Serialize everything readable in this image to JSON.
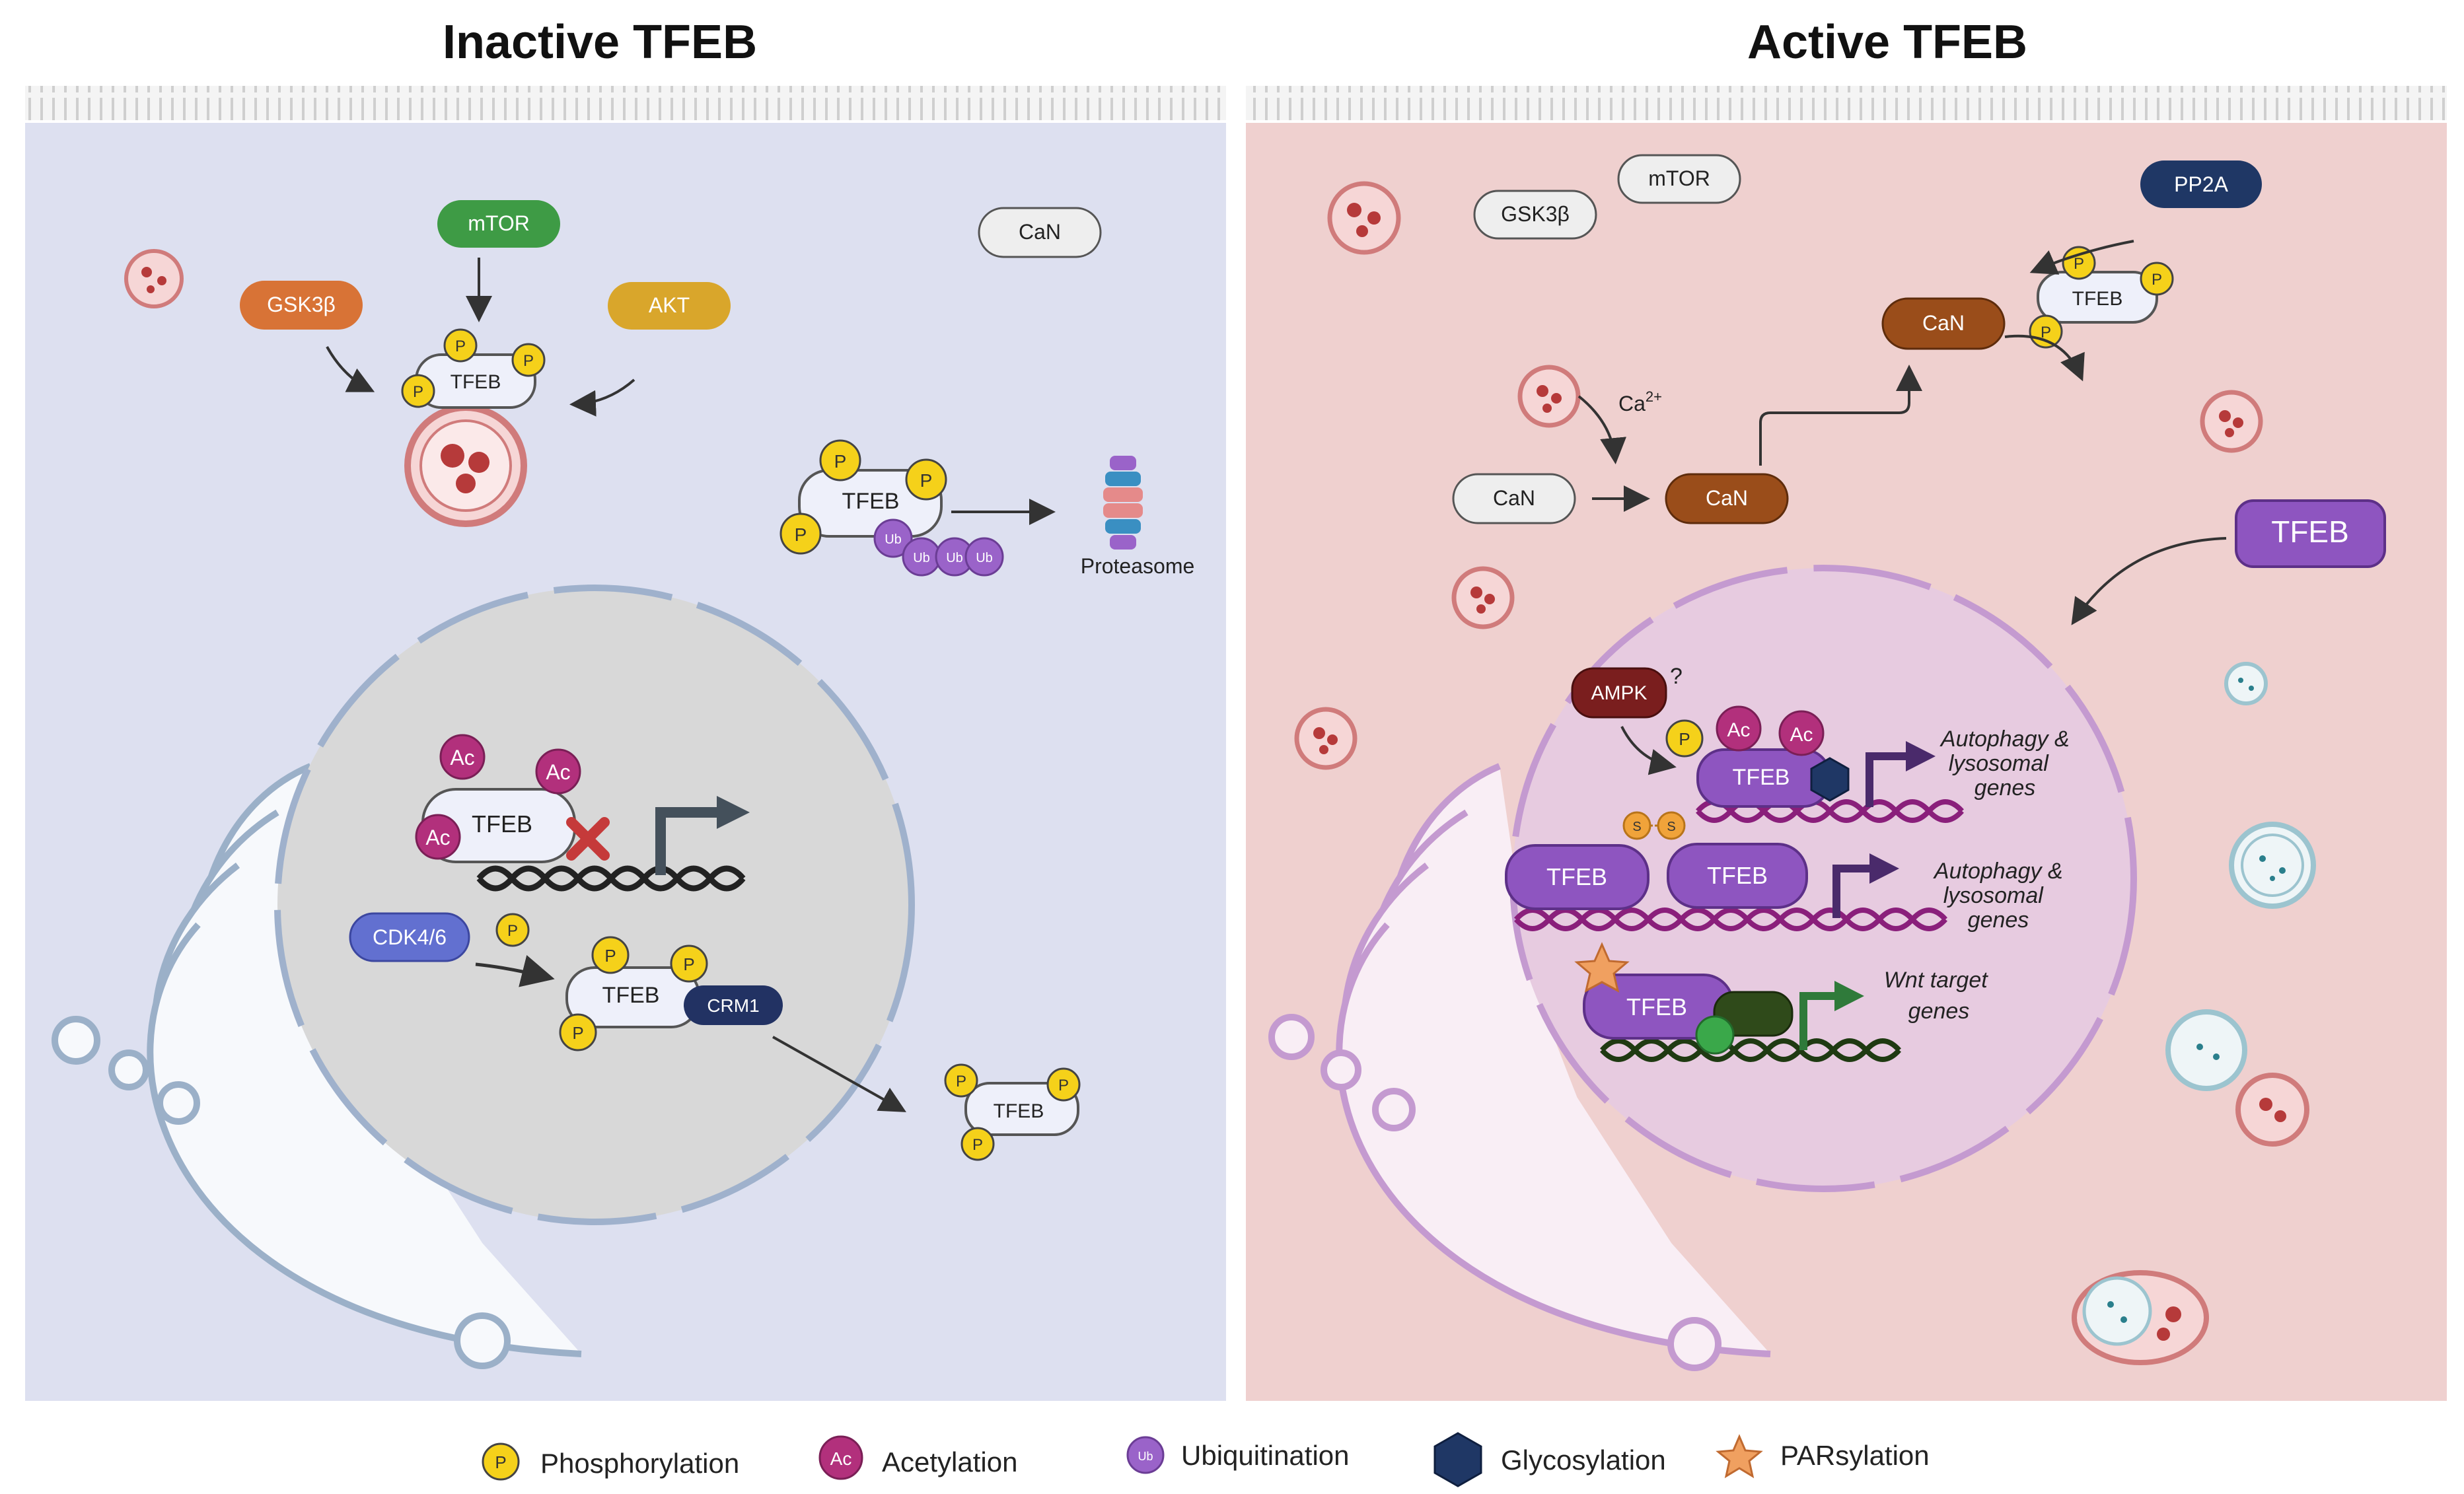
{
  "panels": {
    "left_title": "Inactive TFEB",
    "right_title": "Active TFEB"
  },
  "labels": {
    "tfeb": "TFEB",
    "p": "P",
    "ac": "Ac",
    "ub": "Ub",
    "s": "S",
    "mtor": "mTOR",
    "gsk3b": "GSK3β",
    "akt": "AKT",
    "can": "CaN",
    "pp2a": "PP2A",
    "cdk46": "CDK4/6",
    "crm1": "CRM1",
    "ampk": "AMPK",
    "question": "?",
    "proteasome": "Proteasome",
    "ca": "Ca",
    "ca_sup": "2+",
    "genes_autophagy_1": "Autophagy &",
    "genes_autophagy_2": "lysosomal",
    "genes_autophagy_3": "genes",
    "genes_wnt_1": "Wnt target",
    "genes_wnt_2": "genes"
  },
  "legend": [
    {
      "icon": "phosphorylation-icon",
      "label": "Phosphorylation"
    },
    {
      "icon": "acetylation-icon",
      "label": "Acetylation"
    },
    {
      "icon": "ubiquitination-icon",
      "label": "Ubiquitination"
    },
    {
      "icon": "glycosylation-icon",
      "label": "Glycosylation"
    },
    {
      "icon": "parsylation-icon",
      "label": "PARsylation"
    }
  ],
  "colors": {
    "left_bg": "#dde0f0",
    "right_bg": "#efd0cf",
    "nucleus_left": "#d8d8d8",
    "nucleus_right": "#e7cbe0",
    "tfeb_purple": "#8e55c0",
    "phospho_yellow": "#f5d11a",
    "acetyl_magenta": "#b2307c",
    "mtor_green": "#3e9b45",
    "gsk_orange": "#d87336",
    "akt_gold": "#d9a62b",
    "can_brown": "#9a4d1a",
    "navy": "#1f3765",
    "ampk_red": "#7a1e1e",
    "crm1_navy": "#223263",
    "cdk_blue": "#6270d0"
  }
}
